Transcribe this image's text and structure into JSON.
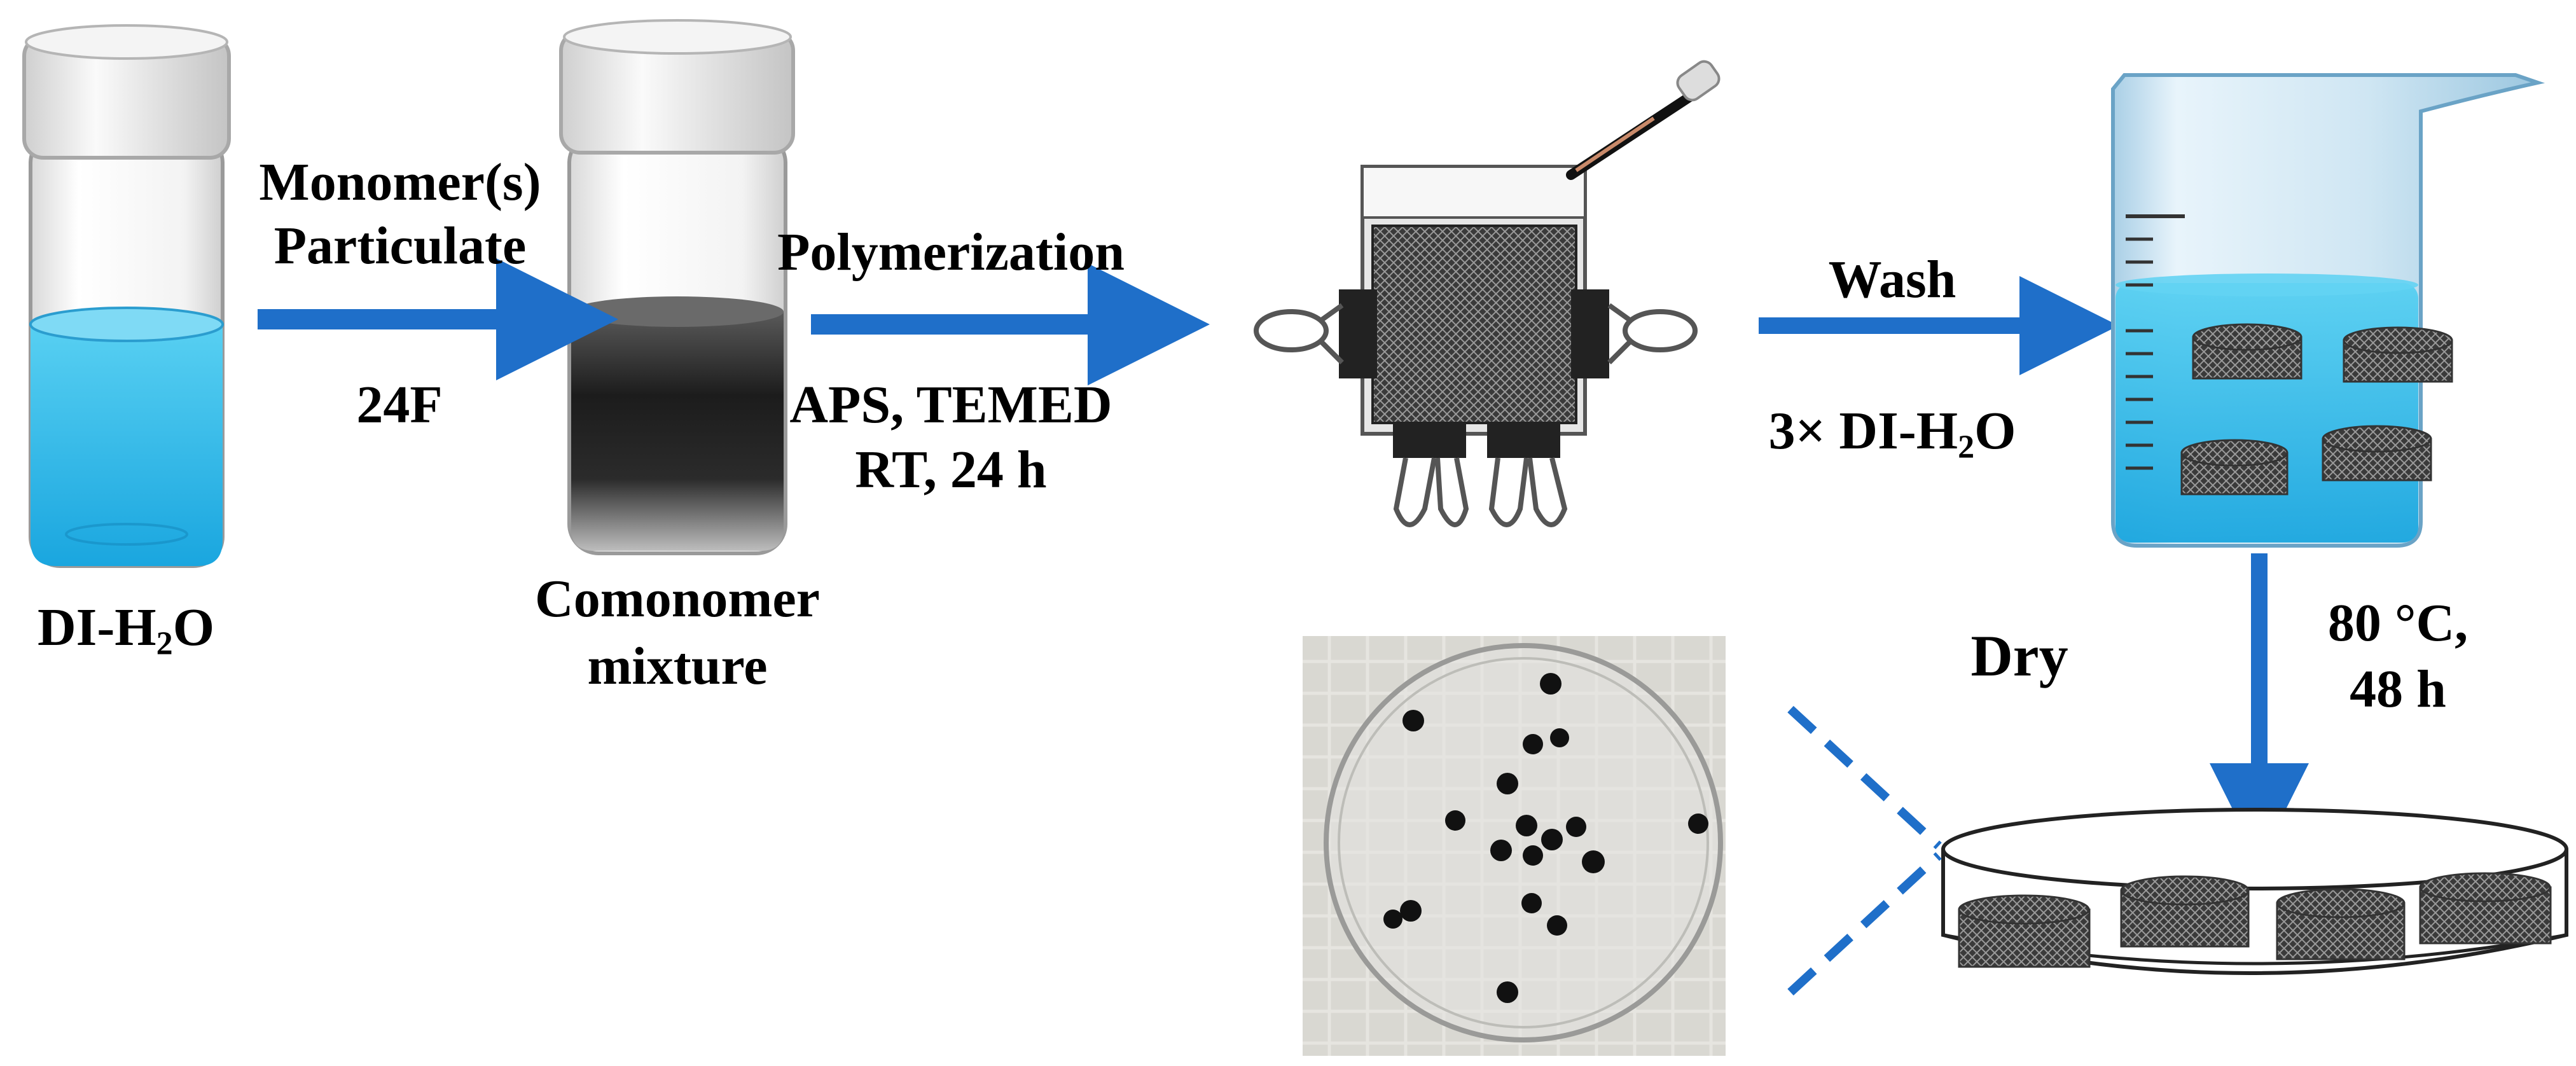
{
  "colors": {
    "arrow": "#1f6fc9",
    "water": "#4cc8ef",
    "water_deep": "#1fa9e0",
    "cap": "#e9e9e9",
    "gel": "#2f2f2f",
    "dash": "#1f6fc9"
  },
  "icons": {
    "vial_water": "vial-icon",
    "vial_mixture": "vial-icon",
    "mold": "glass-mold-with-binder-clips-icon",
    "pipette": "pipette-icon",
    "beaker": "beaker-icon",
    "dish": "petri-dish-icon",
    "photo": "petri-dish-photo"
  },
  "steps": {
    "water_label_pre": "DI-H",
    "water_label_sub": "2",
    "water_label_post": "O",
    "arrow1_top_line1": "Monomer(s)",
    "arrow1_top_line2": "Particulate",
    "arrow1_bottom": "24F",
    "mixture_line1": "Comonomer",
    "mixture_line2": "mixture",
    "arrow2_top": "Polymerization",
    "arrow2_bottom_line1": "APS, TEMED",
    "arrow2_bottom_line2": "RT, 24 h",
    "arrow3_top": "Wash",
    "arrow3_bottom_pre": "3× DI-H",
    "arrow3_bottom_sub": "2",
    "arrow3_bottom_post": "O",
    "dry_label": "Dry",
    "arrow4_right_line1": "80 °C,",
    "arrow4_right_line2": "48 h"
  }
}
